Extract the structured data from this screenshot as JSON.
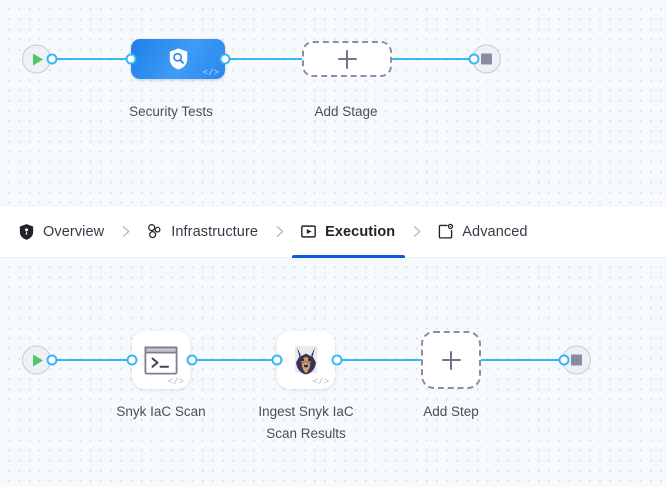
{
  "theme": {
    "canvas_bg": "#f7fafd",
    "grid_dot": "#d7dde7",
    "wire": "#38b6f5",
    "accent": "#0b5cd8",
    "stage_node": "#2b87ef",
    "play": "#52c46a",
    "stop": "#8a8aa0",
    "dashed_border": "#8b8fa6"
  },
  "tabs": [
    {
      "label": "Overview",
      "icon": "shield-icon",
      "active": false
    },
    {
      "label": "Infrastructure",
      "icon": "nodes-cluster-icon",
      "active": false
    },
    {
      "label": "Execution",
      "icon": "play-box-icon",
      "active": true
    },
    {
      "label": "Advanced",
      "icon": "card-gear-icon",
      "active": false
    }
  ],
  "tab_separator": "chevron-right-icon",
  "stage_flow": {
    "start_node": {
      "icon": "play-icon",
      "name": "pipeline-start"
    },
    "end_node": {
      "icon": "stop-icon",
      "name": "pipeline-end"
    },
    "nodes": [
      {
        "label": "Security Tests",
        "icon": "shield-search-icon",
        "badge": "</>",
        "type": "stage"
      },
      {
        "label": "Add Stage",
        "icon": "plus-icon",
        "type": "add"
      }
    ]
  },
  "step_flow": {
    "start_node": {
      "icon": "play-icon",
      "name": "execution-start"
    },
    "end_node": {
      "icon": "stop-icon",
      "name": "execution-end"
    },
    "nodes": [
      {
        "label": "Snyk IaC Scan",
        "icon": "terminal-icon",
        "badge": "</>",
        "type": "step"
      },
      {
        "label": "Ingest Snyk IaC\nScan Results",
        "icon": "snyk-dog-icon",
        "badge": "</>",
        "type": "step"
      },
      {
        "label": "Add Step",
        "icon": "plus-icon",
        "type": "add"
      }
    ]
  }
}
